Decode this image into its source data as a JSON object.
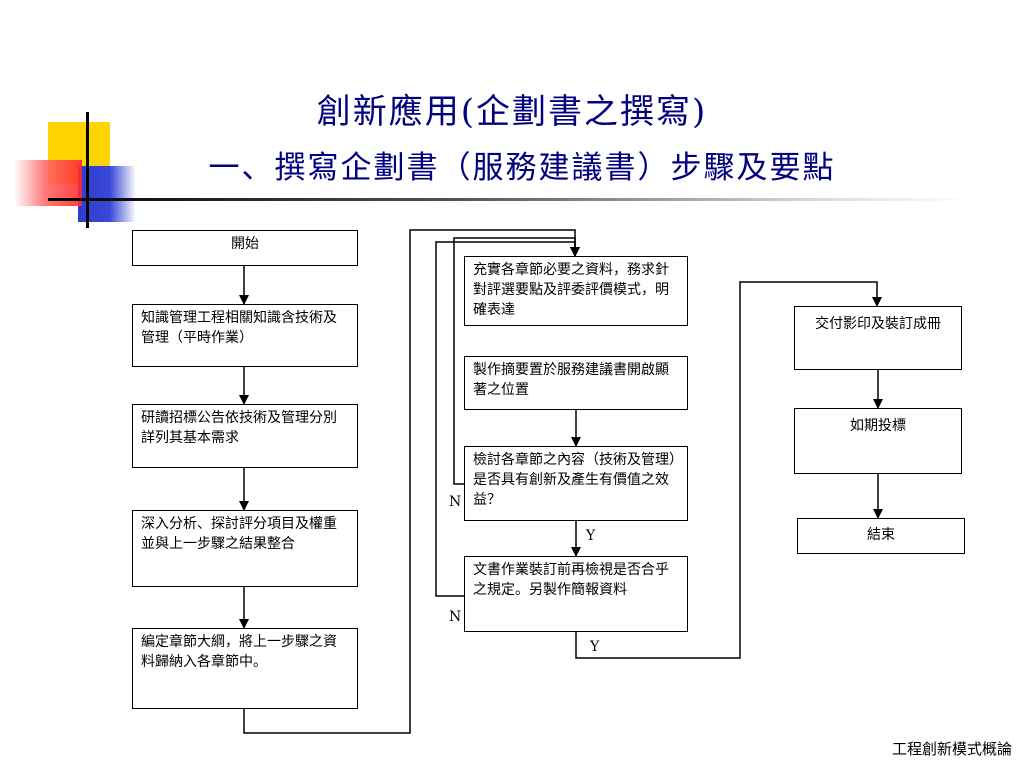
{
  "slide": {
    "title_line1": "創新應用(企劃書之撰寫)",
    "title_line2": "一、撰寫企劃書（服務建議書）步驟及要點",
    "footer": "工程創新模式概論"
  },
  "flow": {
    "col1": {
      "start": "開始",
      "step1": "知識管理工程相關知識含技術及管理（平時作業）",
      "step2": "研讀招標公告依技術及管理分別詳列其基本需求",
      "step3": "深入分析、探討評分項目及權重並與上一步驟之結果整合",
      "step4": "編定章節大綱，將上一步驟之資料歸納入各章節中。"
    },
    "col2": {
      "step1": "充實各章節必要之資料，務求針對評選要點及評委評價模式，明確表達",
      "step2": "製作摘要置於服務建議書開啟顯著之位置",
      "step3": "檢討各章節之內容（技術及管理）是否具有創新及產生有價值之效益？",
      "step4": "文書作業裝訂前再檢視是否合乎之規定。另製作簡報資料"
    },
    "col3": {
      "step1": "交付影印及裝訂成冊",
      "step2": "如期投標",
      "end": "結束"
    },
    "labels": {
      "n1": "N",
      "y1": "Y",
      "n2": "N",
      "y2": "Y"
    }
  }
}
